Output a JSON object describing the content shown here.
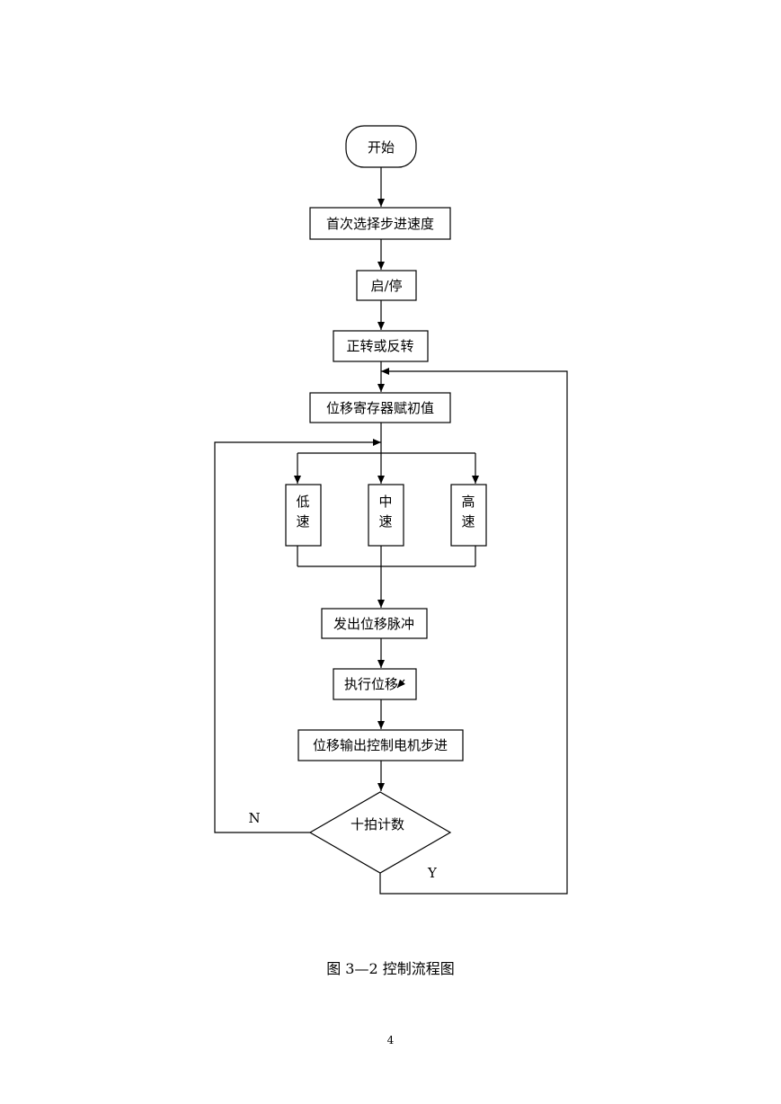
{
  "flowchart": {
    "nodes": {
      "start": "开始",
      "select_speed": "首次选择步进速度",
      "start_stop": "启/停",
      "direction": "正转或反转",
      "init_register": "位移寄存器赋初值",
      "low_speed_line1": "低",
      "low_speed_line2": "速",
      "mid_speed_line1": "中",
      "mid_speed_line2": "速",
      "high_speed_line1": "高",
      "high_speed_line2": "速",
      "emit_pulse": "发出位移脉冲",
      "execute_shift": "执行位移",
      "output_control": "位移输出控制电机步进",
      "decision": "十拍计数"
    },
    "branch_labels": {
      "no": "N",
      "yes": "Y"
    }
  },
  "caption": "图 3—2    控制流程图",
  "page_number": "4"
}
